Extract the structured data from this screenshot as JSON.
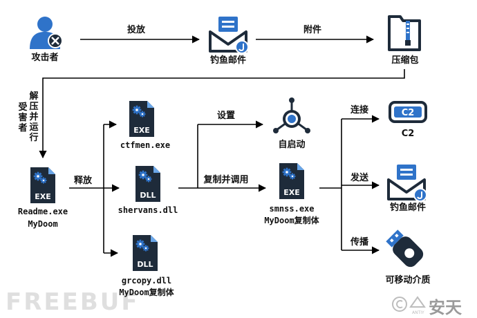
{
  "nodes": {
    "attacker": "攻击者",
    "phish_mail_top": "钓鱼邮件",
    "archive": "压缩包",
    "readme_file": "Readme.exe",
    "readme_name": "MyDoom",
    "ctfmen": "ctfmen.exe",
    "shervans": "shervans.dll",
    "grcopy_file": "grcopy.dll",
    "grcopy_name": "MyDoom复制体",
    "autostart": "自启动",
    "smnss_file": "smnss.exe",
    "smnss_name": "MyDoom复制体",
    "c2": "C2",
    "phish_mail_bottom": "钓鱼邮件",
    "removable_media": "可移动介质"
  },
  "edges": {
    "deliver": "投放",
    "attachment": "附件",
    "extract_run": [
      "解",
      "压",
      "并",
      "运",
      "行"
    ],
    "extract_run_b": [
      "受",
      "害",
      "者"
    ],
    "release": "释放",
    "setup": "设置",
    "copy_invoke": "复制并调用",
    "connect": "连接",
    "send": "发送",
    "spread": "传播"
  },
  "file_badges": {
    "exe": "EXE",
    "dll": "DLL",
    "c2": "C2"
  },
  "watermark": {
    "left": "FREEBUF",
    "right": "安天",
    "right_small": "ANTIY"
  },
  "colors": {
    "icon_dark": "#1e2b3a",
    "icon_blue": "#2f73c9",
    "icon_light": "#6aa6e8",
    "arrow": "#000000"
  }
}
